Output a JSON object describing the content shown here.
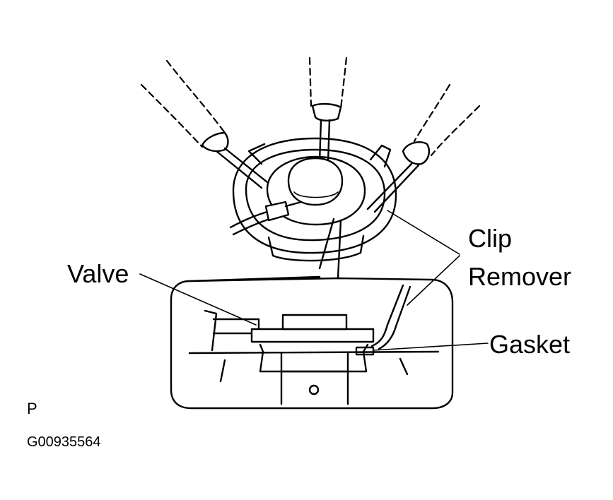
{
  "labels": {
    "valve": "Valve",
    "clip": "Clip",
    "remover": "Remover",
    "gasket": "Gasket",
    "view_letter": "P",
    "figure_id": "G00935564"
  },
  "colors": {
    "ink": "#000000",
    "background": "#ffffff"
  }
}
